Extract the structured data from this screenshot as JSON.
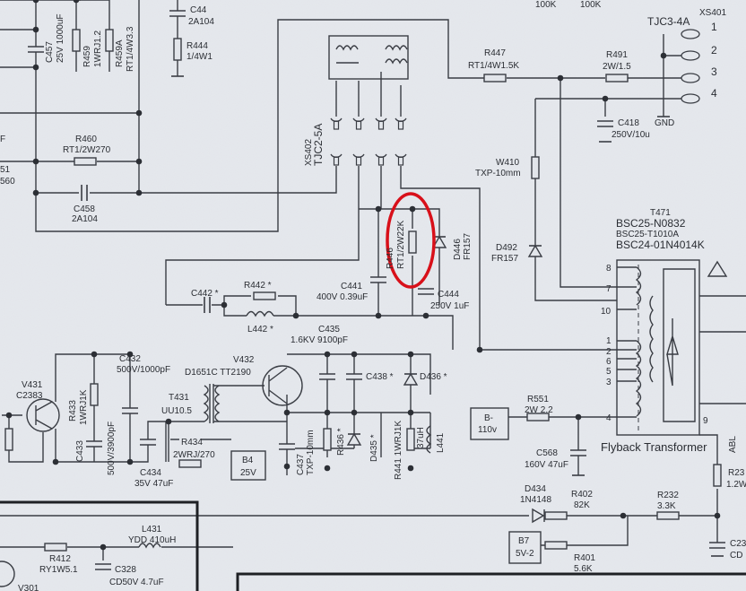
{
  "schematic": {
    "c44": [
      "C44",
      "2A104"
    ],
    "r444": [
      "R444",
      "1/4W1"
    ],
    "c457": [
      "C457",
      "25V 1000uF"
    ],
    "r459": [
      "R459",
      "1WRJ1.2"
    ],
    "r459a": [
      "R459A",
      "RT1/4W3.3"
    ],
    "r460": [
      "R460",
      "RT1/2W270"
    ],
    "c458": [
      "C458",
      "2A104"
    ],
    "partial_left": [
      "F",
      "51",
      "560"
    ],
    "xs402": [
      "XS402",
      "TJC2-5A"
    ],
    "r447": [
      "R447",
      "RT1/4W1.5K"
    ],
    "r491": [
      "R491",
      "2W/1.5"
    ],
    "top_resistors": [
      "100K",
      "100K"
    ],
    "xs401": {
      "ref": "XS401",
      "type": "TJC3-4A",
      "pins": [
        "1",
        "2",
        "3",
        "4"
      ],
      "gnd": "GND"
    },
    "c418": [
      "C418",
      "250V/10u"
    ],
    "w410": [
      "W410",
      "TXP-10mm"
    ],
    "r446": [
      "R446",
      "RT1/2W22K"
    ],
    "d446": [
      "D446",
      "FR157"
    ],
    "d492": [
      "D492",
      "FR157"
    ],
    "t471": [
      "T471",
      "BSC25-N0832",
      "BSC25-T1010A",
      "BSC24-01N4014K"
    ],
    "c442": "C442 *",
    "r442": "R442 *",
    "l442": "L442 *",
    "c441": [
      "C441",
      "400V 0.39uF"
    ],
    "c444": [
      "C444",
      "250V 1uF"
    ],
    "c435": [
      "C435",
      "1.6KV 9100pF"
    ],
    "c432": [
      "C432",
      "500V/1000pF"
    ],
    "v432": [
      "V432",
      "D1651C TT2190"
    ],
    "v431": [
      "V431",
      "C2383"
    ],
    "r433": [
      "R433",
      "1WRJ1K"
    ],
    "c433": [
      "C433",
      "500V/3900pF"
    ],
    "t431": [
      "T431",
      "UU10.5"
    ],
    "c434": [
      "C434",
      "35V 47uF"
    ],
    "r434": [
      "R434",
      "2WRJ/270"
    ],
    "b4": [
      "B4",
      "25V"
    ],
    "c437": [
      "C437",
      "TXP-10mm"
    ],
    "r436": "R436 *",
    "d435": "D435 *",
    "c438": "C438 *",
    "d436": "D436 *",
    "r441": "R441 1WRJ1K",
    "l441": [
      "37uH",
      "L441"
    ],
    "bminus": [
      "B-",
      "110v"
    ],
    "r551": [
      "R551",
      "2W 2.2"
    ],
    "c568": [
      "C568",
      "160V 47uF"
    ],
    "flyback_label": "Flyback Transformer",
    "flyback_pins": [
      "8",
      "7",
      "10",
      "1",
      "2",
      "6",
      "5",
      "3",
      "4",
      "9"
    ],
    "abl": "ABL",
    "r23x": [
      "R23",
      "1.2W"
    ],
    "d434": [
      "D434",
      "1N4148"
    ],
    "r402": [
      "R402",
      "82K"
    ],
    "r232": [
      "R232",
      "3.3K"
    ],
    "b7": [
      "B7",
      "5V-2"
    ],
    "r401": [
      "R401",
      "5.6K"
    ],
    "c23x": [
      "C23",
      "CD"
    ],
    "l431": [
      "L431",
      "YDD 410uH"
    ],
    "r412": [
      "R412",
      "RY1W5.1"
    ],
    "c328": [
      "C328",
      "CD50V 4.7uF"
    ],
    "v301": "V301",
    "highlight_color": "#d8101a"
  }
}
